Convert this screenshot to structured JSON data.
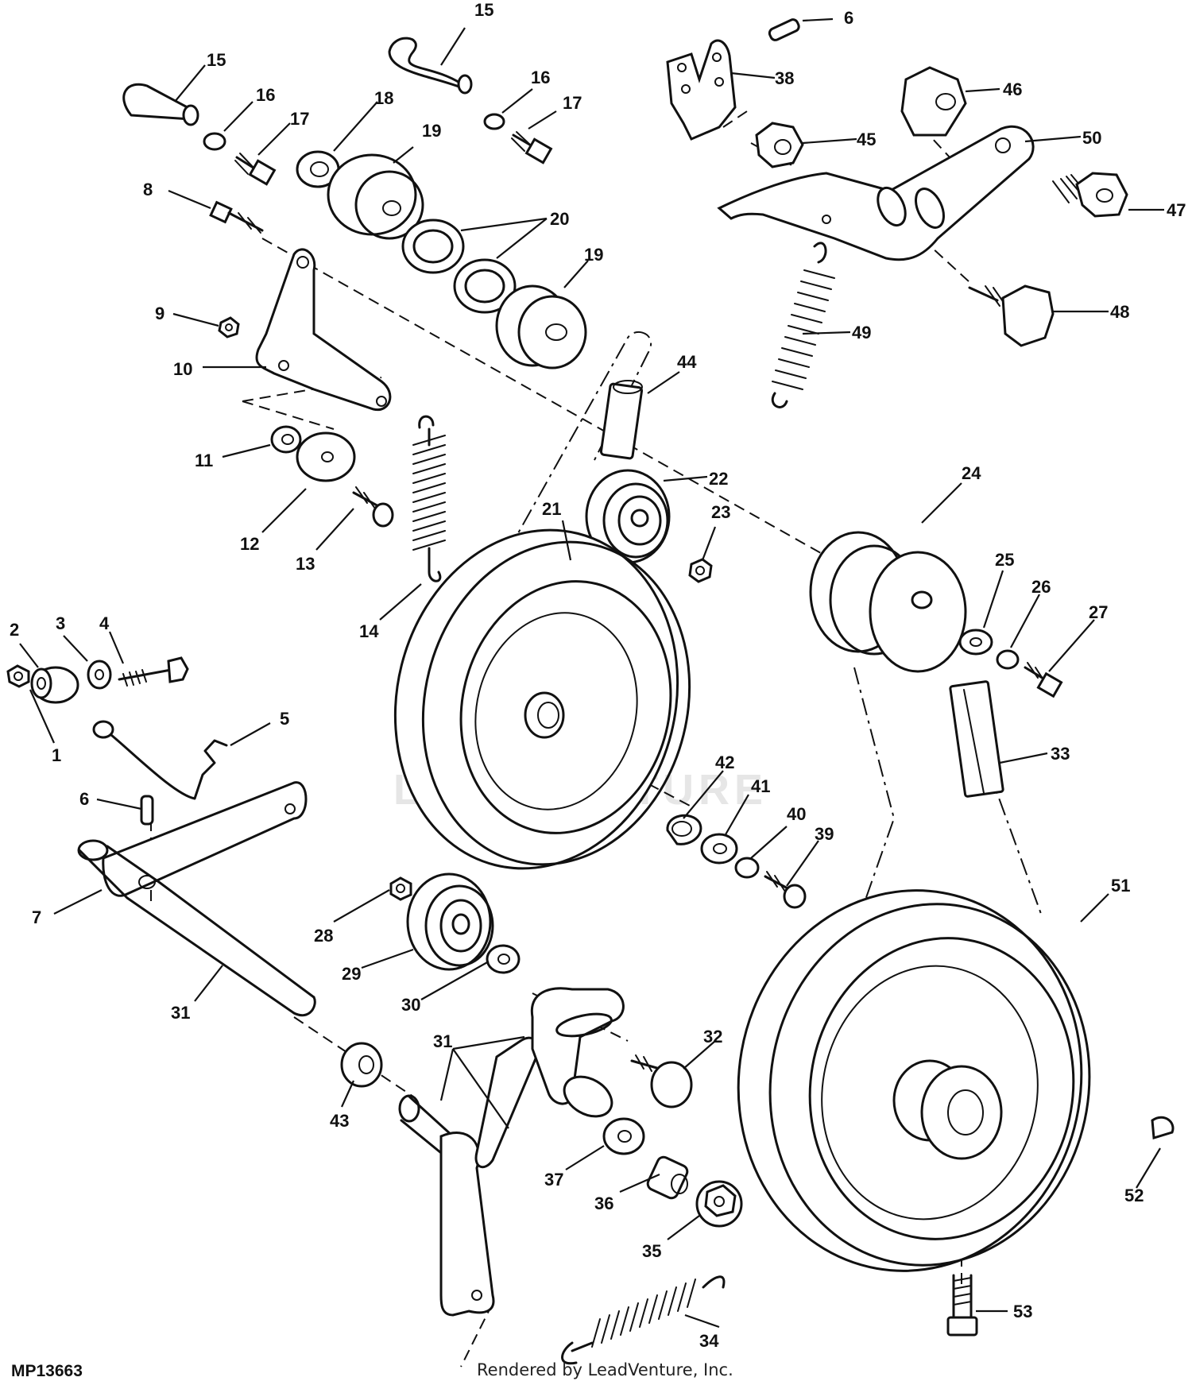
{
  "diagram": {
    "id_label": "MP13663",
    "credit": "Rendered by LeadVenture, Inc.",
    "watermark_text": "LEADVENTURE",
    "callouts": [
      {
        "label": "15"
      },
      {
        "label": "15"
      },
      {
        "label": "16"
      },
      {
        "label": "17"
      },
      {
        "label": "18"
      },
      {
        "label": "19"
      },
      {
        "label": "16"
      },
      {
        "label": "17"
      },
      {
        "label": "6"
      },
      {
        "label": "38"
      },
      {
        "label": "46"
      },
      {
        "label": "45"
      },
      {
        "label": "50"
      },
      {
        "label": "47"
      },
      {
        "label": "48"
      },
      {
        "label": "8"
      },
      {
        "label": "20"
      },
      {
        "label": "19"
      },
      {
        "label": "9"
      },
      {
        "label": "10"
      },
      {
        "label": "49"
      },
      {
        "label": "44"
      },
      {
        "label": "11"
      },
      {
        "label": "12"
      },
      {
        "label": "13"
      },
      {
        "label": "22"
      },
      {
        "label": "21"
      },
      {
        "label": "23"
      },
      {
        "label": "24"
      },
      {
        "label": "25"
      },
      {
        "label": "26"
      },
      {
        "label": "27"
      },
      {
        "label": "14"
      },
      {
        "label": "2"
      },
      {
        "label": "3"
      },
      {
        "label": "4"
      },
      {
        "label": "1"
      },
      {
        "label": "5"
      },
      {
        "label": "33"
      },
      {
        "label": "6"
      },
      {
        "label": "42"
      },
      {
        "label": "41"
      },
      {
        "label": "40"
      },
      {
        "label": "39"
      },
      {
        "label": "7"
      },
      {
        "label": "51"
      },
      {
        "label": "28"
      },
      {
        "label": "29"
      },
      {
        "label": "30"
      },
      {
        "label": "31"
      },
      {
        "label": "31"
      },
      {
        "label": "32"
      },
      {
        "label": "43"
      },
      {
        "label": "37"
      },
      {
        "label": "36"
      },
      {
        "label": "35"
      },
      {
        "label": "52"
      },
      {
        "label": "53"
      },
      {
        "label": "34"
      }
    ]
  }
}
